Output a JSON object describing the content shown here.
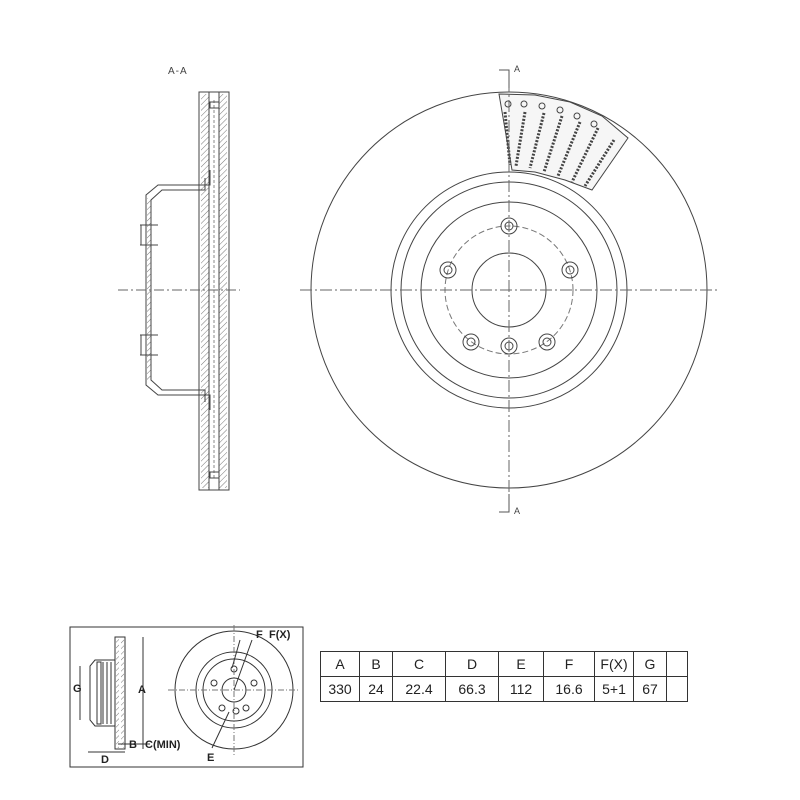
{
  "drawing": {
    "section_label": "A-A",
    "section_mark_top": "A",
    "section_mark_bottom": "A"
  },
  "reference": {
    "labels": {
      "F": "F",
      "FX": "F(X)",
      "G": "G",
      "A": "A",
      "B": "B",
      "C": "C(MIN)",
      "D": "D",
      "E": "E"
    }
  },
  "table": {
    "headers": [
      "A",
      "B",
      "C",
      "D",
      "E",
      "F",
      "F(X)",
      "G",
      ""
    ],
    "values": [
      "330",
      "24",
      "22.4",
      "66.3",
      "112",
      "16.6",
      "5+1",
      "67",
      ""
    ]
  }
}
